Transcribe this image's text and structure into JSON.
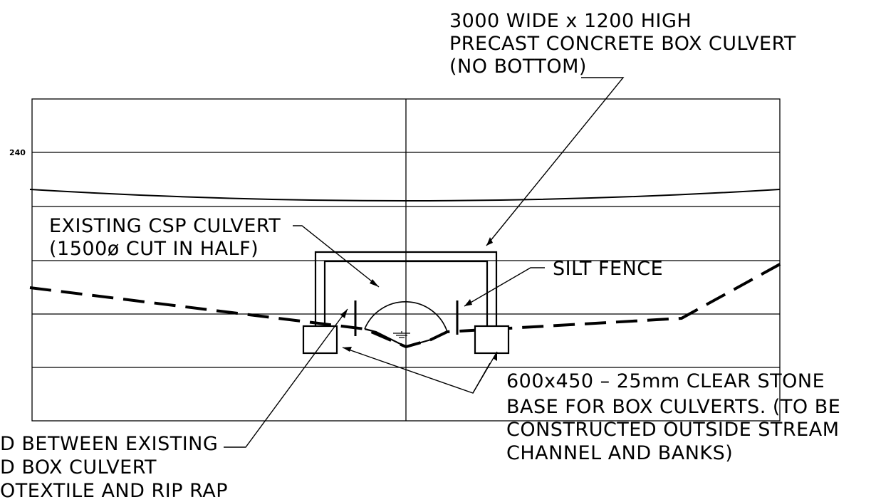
{
  "elevation_label": "240",
  "notes": {
    "box_culvert": [
      "3000 WIDE x 1200 HIGH",
      "PRECAST CONCRETE BOX CULVERT",
      "(NO BOTTOM)"
    ],
    "existing_csp": [
      "EXISTING CSP CULVERT",
      "(1500ø CUT IN HALF)"
    ],
    "silt_fence": [
      "SILT FENCE"
    ],
    "stone_base": [
      "600x450 – 25mm CLEAR STONE",
      "BASE FOR BOX CULVERTS. (TO BE",
      "CONSTRUCTED OUTSIDE STREAM",
      "CHANNEL AND BANKS)"
    ],
    "fill_between": [
      "D BETWEEN EXISTING",
      "D BOX CULVERT",
      "OTEXTILE AND RIP RAP"
    ]
  }
}
